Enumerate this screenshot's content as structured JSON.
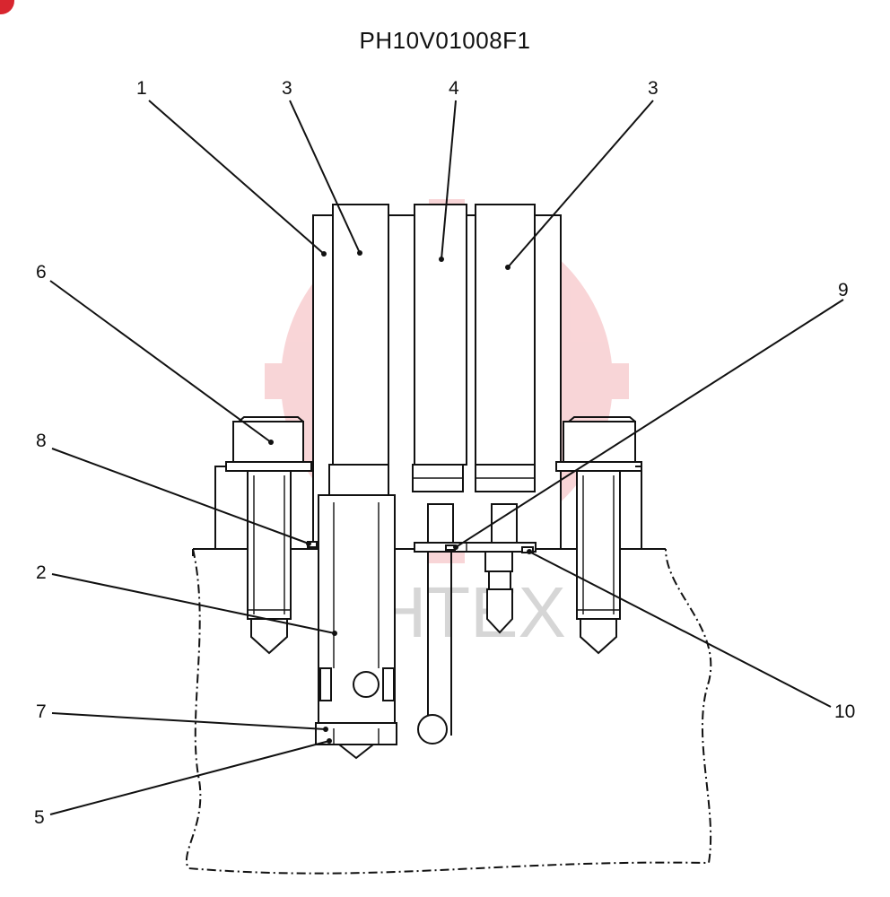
{
  "diagram": {
    "title": "PH10V01008F1",
    "watermark": "ИНТЕХ",
    "colors": {
      "line": "#111111",
      "watermark_gear": "#f4b3b7",
      "watermark_text": "#d6d6d6",
      "badge": "#d8262f"
    },
    "callouts": {
      "c1": "1",
      "c2": "2",
      "c3a": "3",
      "c3b": "3",
      "c4": "4",
      "c5": "5",
      "c6": "6",
      "c7": "7",
      "c8": "8",
      "c9": "9",
      "c10": "10"
    }
  }
}
